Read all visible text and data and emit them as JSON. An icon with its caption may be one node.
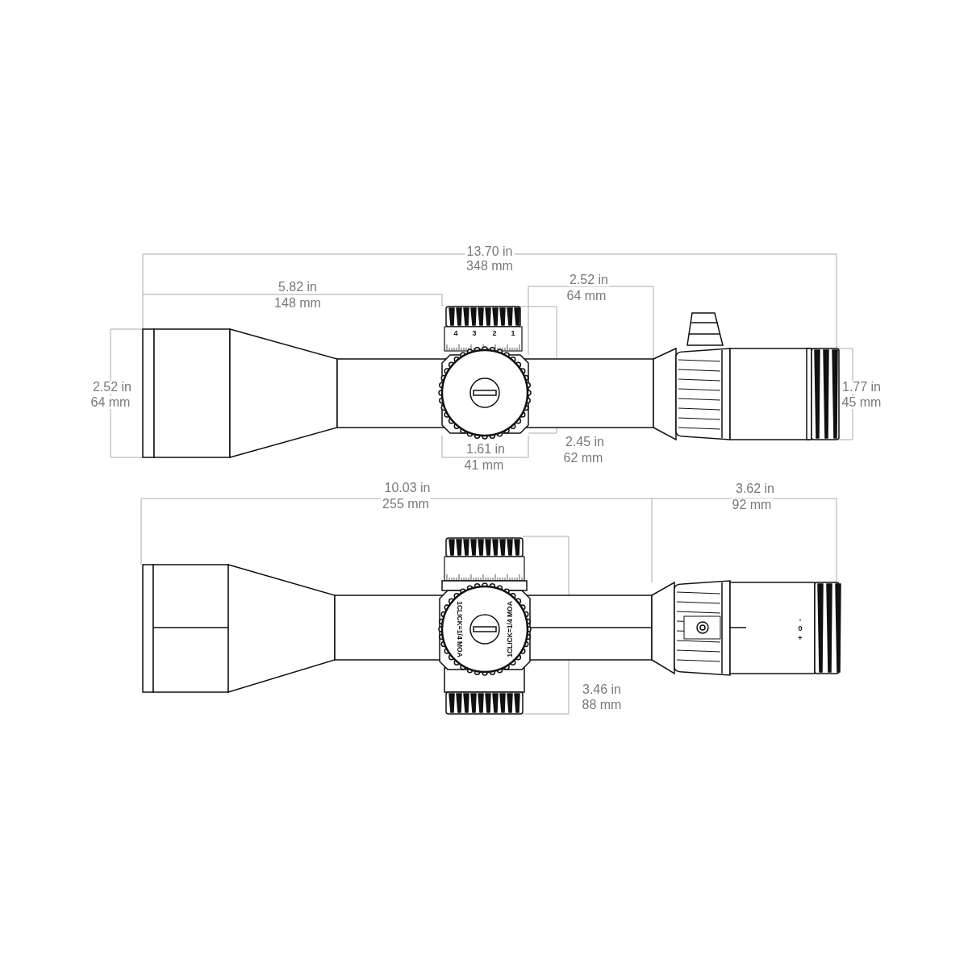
{
  "diagram": {
    "labels": [
      "13.70 in",
      "348 mm",
      "5.82 in",
      "148 mm",
      "2.52 in",
      "64 mm",
      "4",
      "3",
      "2",
      "1",
      "2.52 in",
      "64 mm",
      "1.77 in",
      "45 mm",
      "1.61 in",
      "41 mm",
      "2.45 in",
      "62 mm",
      "10.03 in",
      "255 mm",
      "3.62 in",
      "92 mm",
      "1CLICK=1/4 MOA",
      "1CLICK=1/4 MOA",
      "-",
      "0",
      "+",
      "3.46 in",
      "88 mm"
    ]
  }
}
